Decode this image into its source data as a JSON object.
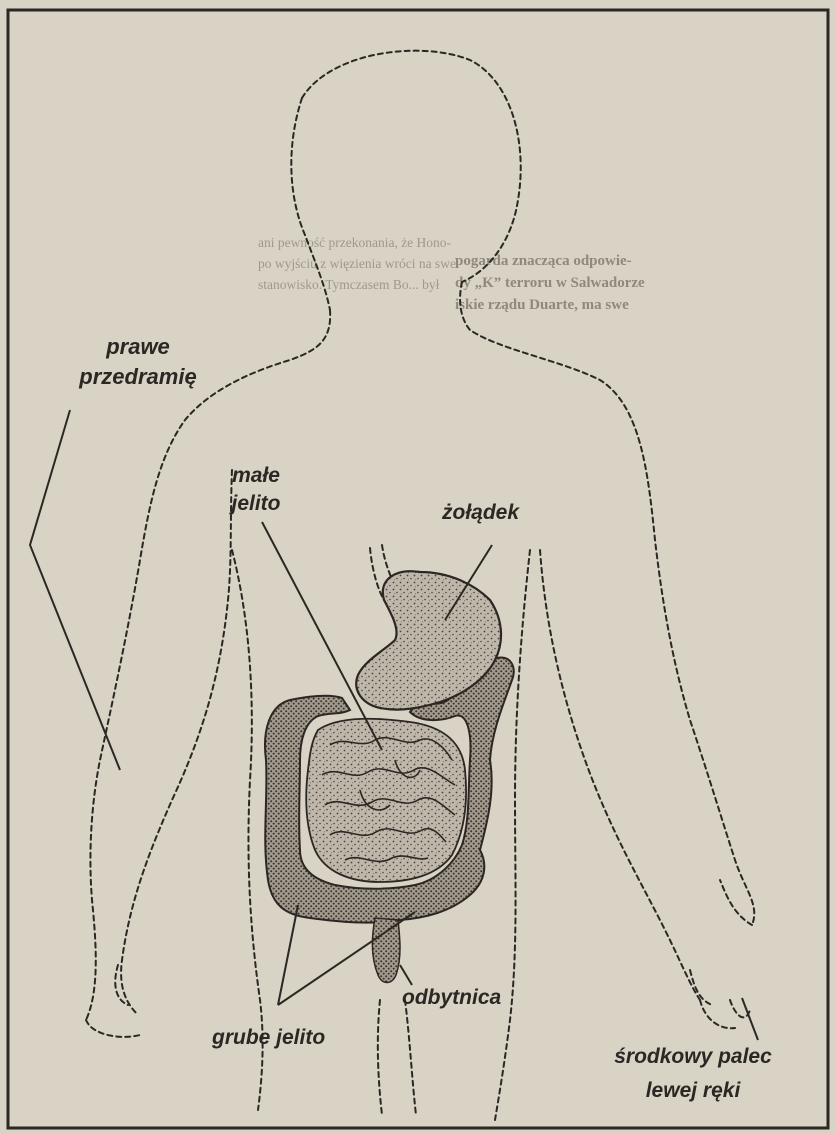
{
  "labels": {
    "right_forearm": [
      "prawe",
      "przedramię"
    ],
    "small_intestine": [
      "małe",
      "jelito"
    ],
    "stomach": "żołądek",
    "rectum": "odbytnica",
    "large_intestine": "grube jelito",
    "middle_finger": [
      "środkowy palec",
      "lewej ręki"
    ]
  },
  "background_text": {
    "column_center": [
      "ani pewność przekonania, że Hono-",
      "po wyjściu z więzienia wróci na swe",
      "stanowisko. Tymczasem Bo... był"
    ],
    "column_right": [
      "pogarda znacząca odpowie-",
      "dy „K” terroru w Salwadorze",
      "iskie rządu Duarte, ma swe"
    ]
  },
  "colors": {
    "paper": "#d9d3c6",
    "ink": "#2b2723",
    "organ_fill": "#b8b0a3",
    "faded_text": "#9f988c"
  }
}
